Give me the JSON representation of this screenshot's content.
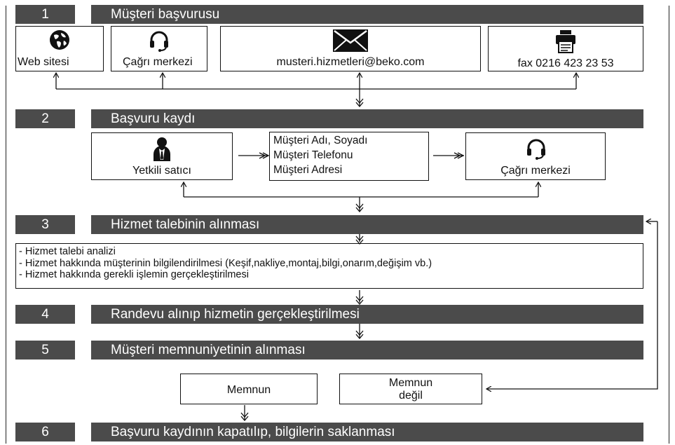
{
  "steps": [
    {
      "num": "1",
      "title": "Müşteri başvurusu"
    },
    {
      "num": "2",
      "title": "Başvuru kaydı"
    },
    {
      "num": "3",
      "title": "Hizmet talebinin alınması"
    },
    {
      "num": "4",
      "title": "Randevu alınıp hizmetin gerçekleştirilmesi"
    },
    {
      "num": "5",
      "title": "Müşteri memnuniyetinin alınması"
    },
    {
      "num": "6",
      "title": "Başvuru kaydının kapatılıp, bilgilerin saklanması"
    }
  ],
  "channels": {
    "web": "Web sitesi",
    "call": "Çağrı merkezi",
    "email": "musteri.hizmetleri@beko.com",
    "fax": "fax 0216 423 23 53"
  },
  "registration": {
    "dealer": "Yetkili satıcı",
    "fields": [
      "Müşteri Adı, Soyadı",
      "Müşteri Telefonu",
      "Müşteri Adresi"
    ],
    "call": "Çağrı merkezi"
  },
  "service_items": [
    "- Hizmet talebi analizi",
    "- Hizmet hakkında müşterinin bilgilendirilmesi (Keşif,nakliye,montaj,bilgi,onarım,değişim vb.)",
    "- Hizmet hakkında gerekli işlemin gerçekleştirilmesi"
  ],
  "satisfaction": {
    "satisfied": "Memnun",
    "not_satisfied_1": "Memnun",
    "not_satisfied_2": "değil"
  },
  "icons": [
    "globe-icon",
    "headset-icon",
    "envelope-icon",
    "fax-icon",
    "person-icon"
  ],
  "colors": {
    "bar": "#4b4b4b",
    "line": "#111111"
  }
}
